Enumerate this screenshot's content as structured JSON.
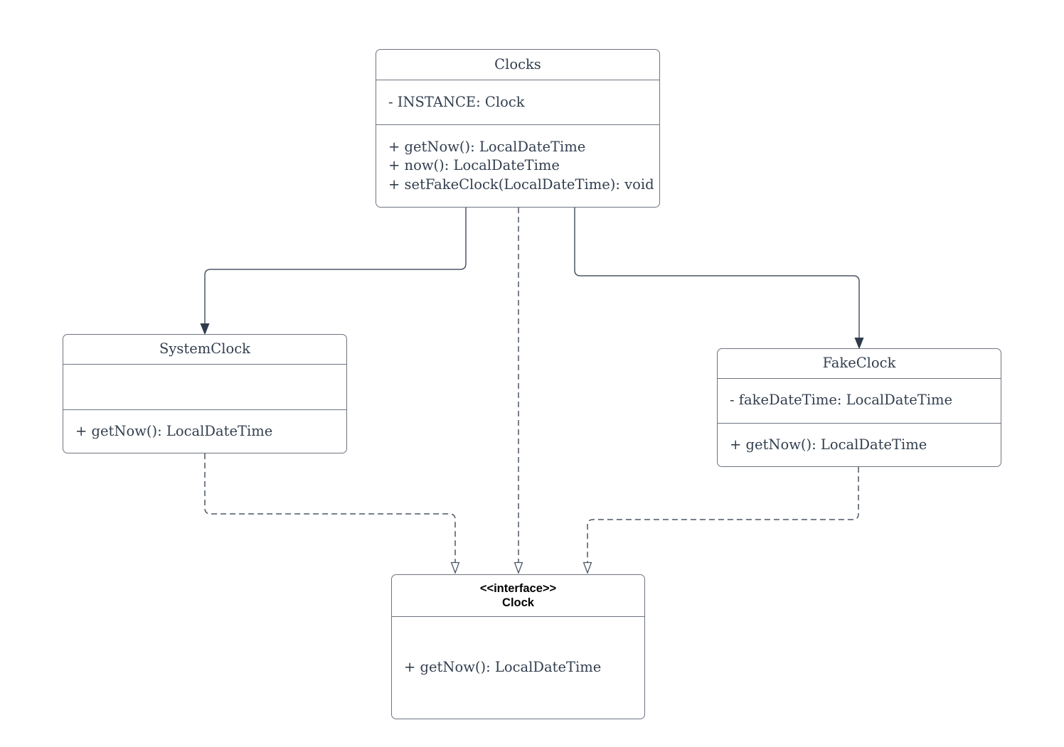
{
  "diagram": {
    "kind": "uml-class-diagram",
    "classes": {
      "clocks": {
        "name": "Clocks",
        "attributes": [
          "- INSTANCE: Clock"
        ],
        "methods": [
          "+ getNow(): LocalDateTime",
          "+ now(): LocalDateTime",
          "+ setFakeClock(LocalDateTime): void"
        ]
      },
      "system_clock": {
        "name": "SystemClock",
        "attributes": [],
        "methods": [
          "+ getNow(): LocalDateTime"
        ]
      },
      "fake_clock": {
        "name": "FakeClock",
        "attributes": [
          "- fakeDateTime: LocalDateTime"
        ],
        "methods": [
          "+ getNow(): LocalDateTime"
        ]
      },
      "clock_interface": {
        "stereotype": "<<interface>>",
        "name": "Clock",
        "attributes": [],
        "methods": [
          "+ getNow(): LocalDateTime"
        ]
      }
    },
    "relationships": [
      {
        "from": "Clocks",
        "to": "SystemClock",
        "type": "directed-association",
        "line": "solid",
        "arrowhead": "filled-triangle"
      },
      {
        "from": "Clocks",
        "to": "FakeClock",
        "type": "directed-association",
        "line": "solid",
        "arrowhead": "filled-triangle"
      },
      {
        "from": "Clocks",
        "to": "Clock",
        "type": "realization",
        "line": "dashed",
        "arrowhead": "hollow-triangle"
      },
      {
        "from": "SystemClock",
        "to": "Clock",
        "type": "realization",
        "line": "dashed",
        "arrowhead": "hollow-triangle"
      },
      {
        "from": "FakeClock",
        "to": "Clock",
        "type": "realization",
        "line": "dashed",
        "arrowhead": "hollow-triangle"
      }
    ],
    "colors": {
      "background": "#ffffff",
      "box_border": "#6d7480",
      "text": "#323e4e",
      "interface_title_text": "#000000",
      "connector": "#4c5664",
      "arrowhead_fill": "#2f3b4d"
    }
  }
}
